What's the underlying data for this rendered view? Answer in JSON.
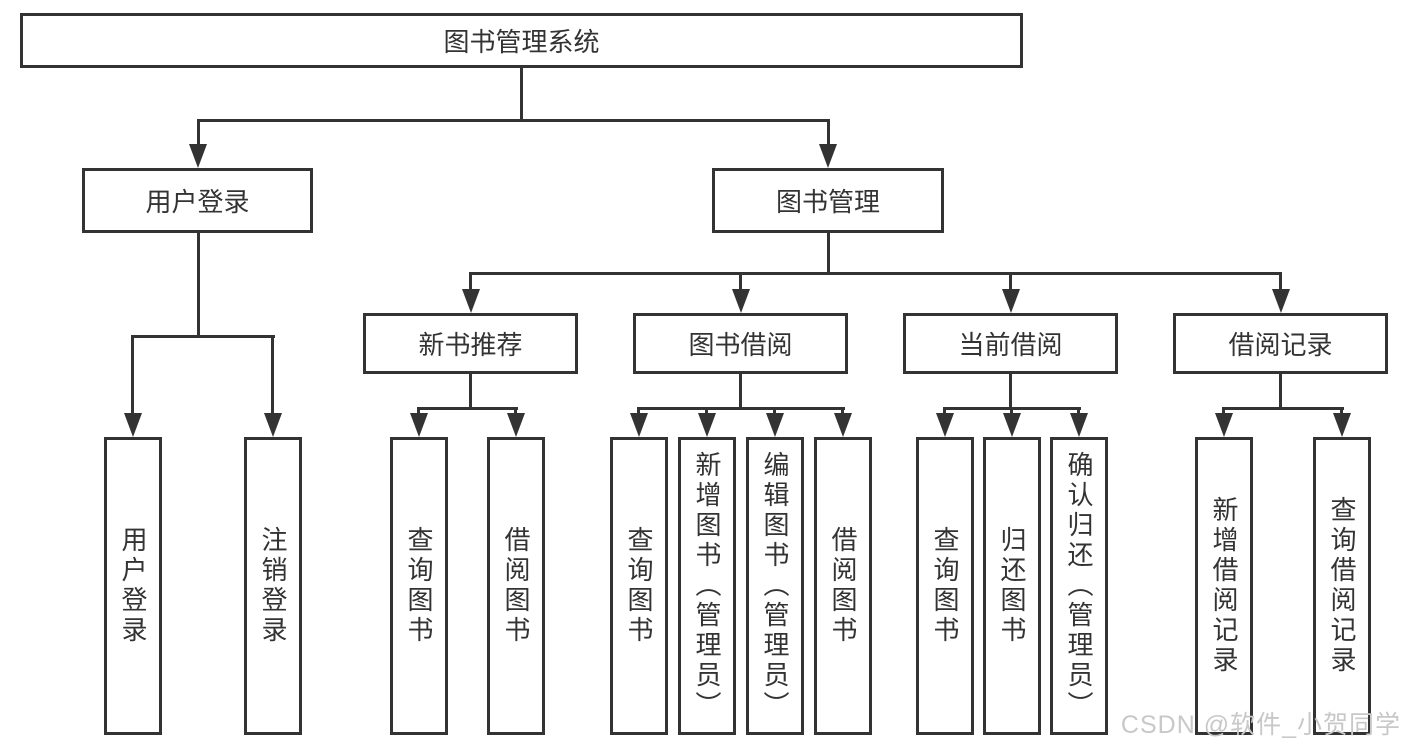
{
  "tree": {
    "label": "图书管理系统",
    "children": [
      {
        "label": "用户登录",
        "children": [
          {
            "label": "用户登录"
          },
          {
            "label": "注销登录"
          }
        ]
      },
      {
        "label": "图书管理",
        "children": [
          {
            "label": "新书推荐",
            "children": [
              {
                "label": "查询图书"
              },
              {
                "label": "借阅图书"
              }
            ]
          },
          {
            "label": "图书借阅",
            "children": [
              {
                "label": "查询图书"
              },
              {
                "label": "新增图书（管理员）"
              },
              {
                "label": "编辑图书（管理员）"
              },
              {
                "label": "借阅图书"
              }
            ]
          },
          {
            "label": "当前借阅",
            "children": [
              {
                "label": "查询图书"
              },
              {
                "label": "归还图书"
              },
              {
                "label": "确认归还（管理员）"
              }
            ]
          },
          {
            "label": "借阅记录",
            "children": [
              {
                "label": "新增借阅记录"
              },
              {
                "label": "查询借阅记录"
              }
            ]
          }
        ]
      }
    ]
  },
  "watermark": {
    "text": "CSDN @软件_小贺同学"
  },
  "colors": {
    "line": "#333333",
    "box_border": "#333333",
    "box_fill": "#ffffff",
    "text": "#333333",
    "watermark": "#c8c8c8",
    "background": "#ffffff"
  }
}
